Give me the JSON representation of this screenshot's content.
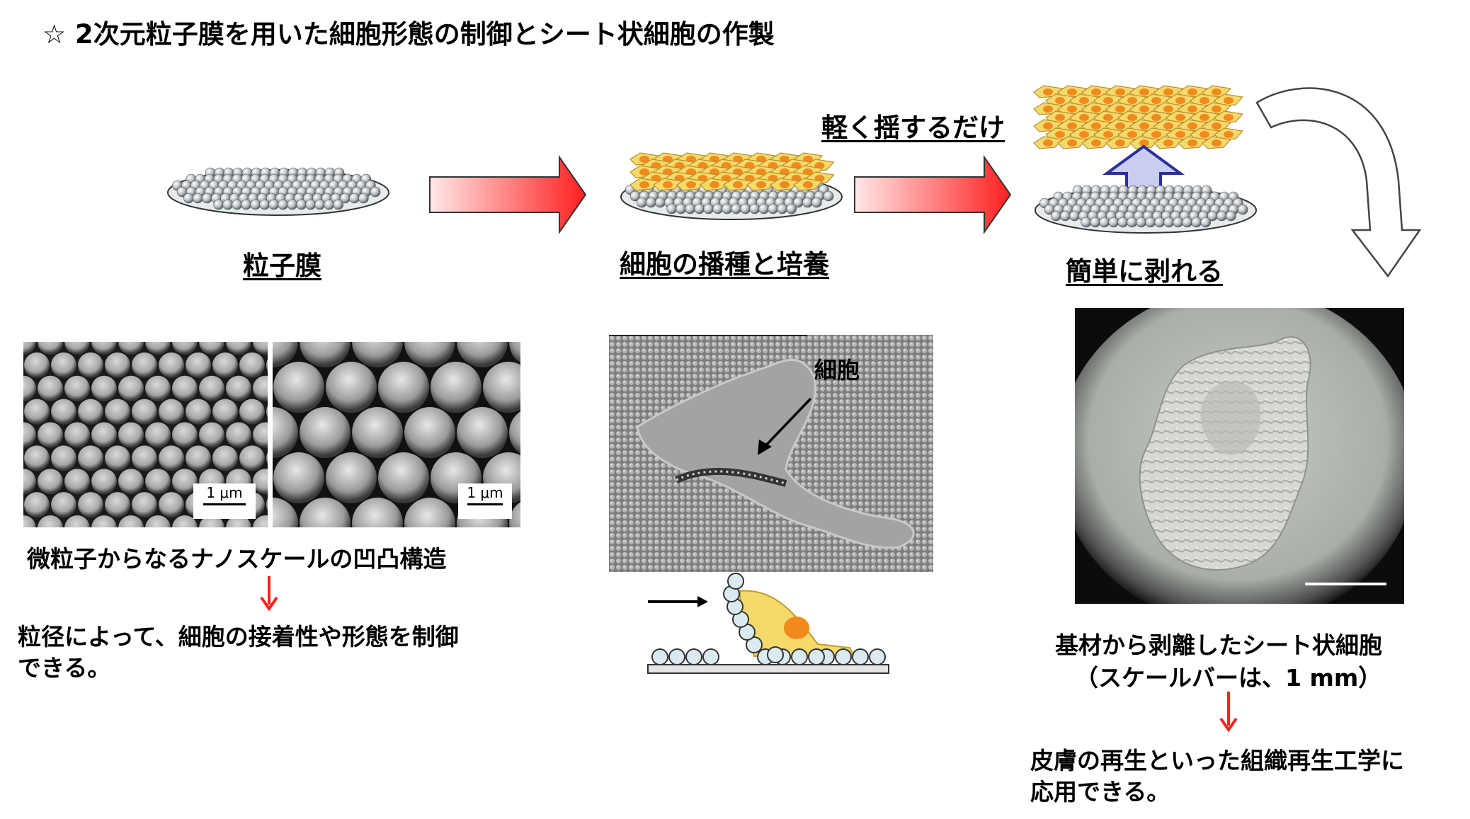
{
  "title": "☆ 2次元粒子膜を用いた細胞形態の制御とシート状細胞の作製",
  "steps": {
    "film_label": "粒子膜",
    "seeding_label": "細胞の播種と培養",
    "peel_label": "簡単に剥れる",
    "shake_label": "軽く揺するだけ"
  },
  "left_panel": {
    "scale_left": "1 μm",
    "scale_right": "1 μm",
    "caption": "微粒子からなるナノスケールの凹凸構造",
    "effect_line1": "粒径によって、細胞の接着性や形態を制御",
    "effect_line2": "できる。"
  },
  "center_panel": {
    "cell_label": "細胞"
  },
  "right_panel": {
    "caption_line1": "基材から剥離したシート状細胞",
    "caption_line2": "（スケールバーは、1 mm）",
    "application_line1": "皮膚の再生といった組織再生工学に",
    "application_line2": "応用できる。"
  },
  "colors": {
    "arrow_red": "#ff2a2a",
    "cell_yellow": "#f5d96b",
    "cell_nucleus": "#f08a1c",
    "peel_arrow": "#2a2f9c"
  }
}
